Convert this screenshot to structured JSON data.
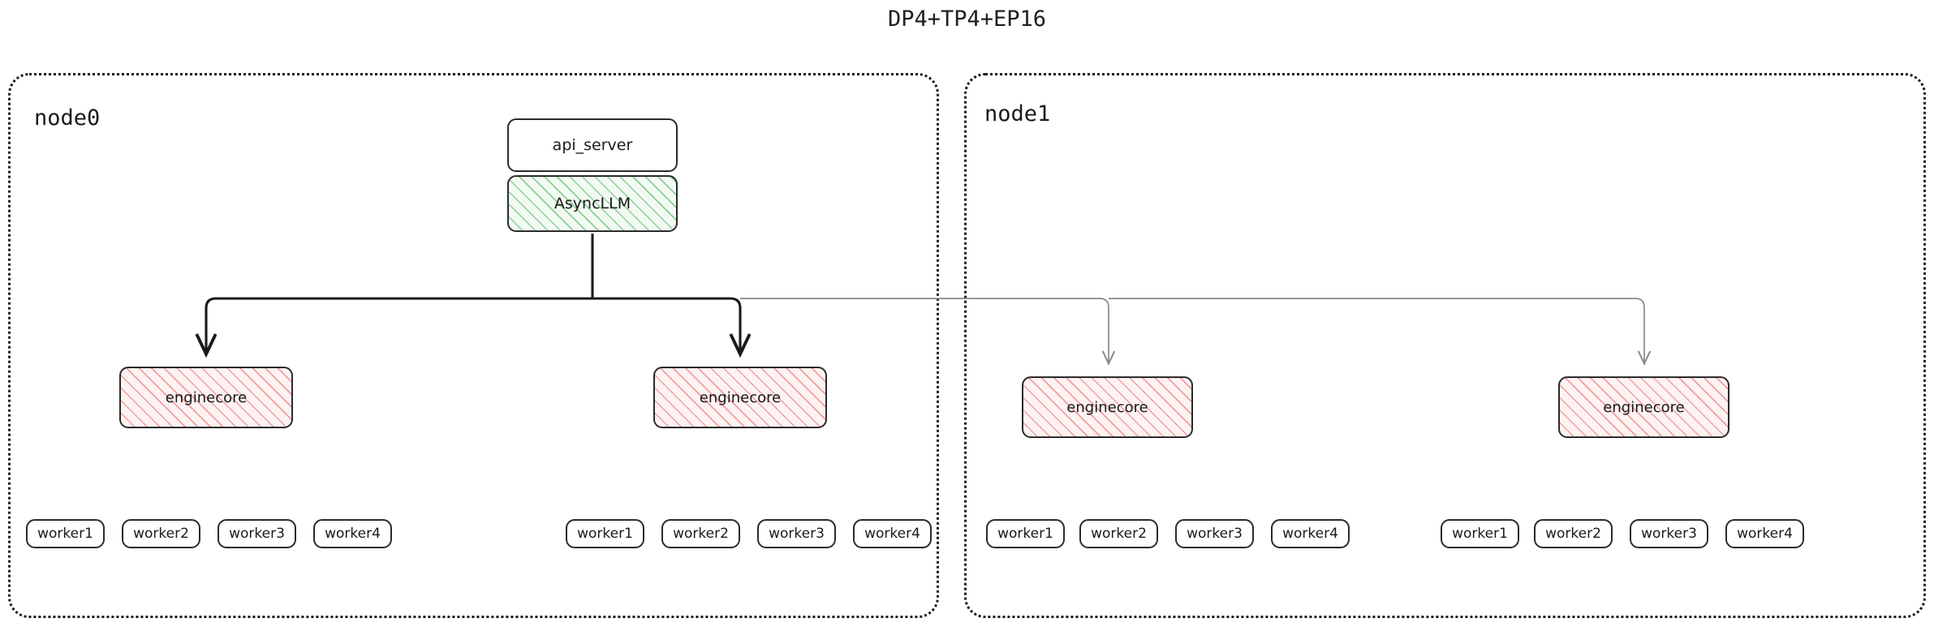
{
  "title": "DP4+TP4+EP16",
  "colors": {
    "page_background": "#ffffff",
    "text": "#1a1a1a",
    "box_border": "#2b2b2b",
    "container_border": "#1a1a1a",
    "green_hatch": "#78c882",
    "pink_hatch": "#ee8282",
    "edge_dark": "#1a1a1a",
    "edge_light": "#8a8a8a"
  },
  "nodes": [
    {
      "id": "node0",
      "label": "node0",
      "processes": [
        {
          "id": "api_server",
          "label": "api_server",
          "style": "plain"
        },
        {
          "id": "async_llm",
          "label": "AsyncLLM",
          "style": "green"
        }
      ],
      "enginecores": [
        {
          "id": "node0-enginecore-0",
          "label": "enginecore",
          "style": "pink",
          "workers": [
            {
              "label": "worker1"
            },
            {
              "label": "worker2"
            },
            {
              "label": "worker3"
            },
            {
              "label": "worker4"
            }
          ]
        },
        {
          "id": "node0-enginecore-1",
          "label": "enginecore",
          "style": "pink",
          "workers": [
            {
              "label": "worker1"
            },
            {
              "label": "worker2"
            },
            {
              "label": "worker3"
            },
            {
              "label": "worker4"
            }
          ]
        }
      ]
    },
    {
      "id": "node1",
      "label": "node1",
      "processes": [],
      "enginecores": [
        {
          "id": "node1-enginecore-0",
          "label": "enginecore",
          "style": "pink",
          "workers": [
            {
              "label": "worker1"
            },
            {
              "label": "worker2"
            },
            {
              "label": "worker3"
            },
            {
              "label": "worker4"
            }
          ]
        },
        {
          "id": "node1-enginecore-1",
          "label": "enginecore",
          "style": "pink",
          "workers": [
            {
              "label": "worker1"
            },
            {
              "label": "worker2"
            },
            {
              "label": "worker3"
            },
            {
              "label": "worker4"
            }
          ]
        }
      ]
    }
  ]
}
